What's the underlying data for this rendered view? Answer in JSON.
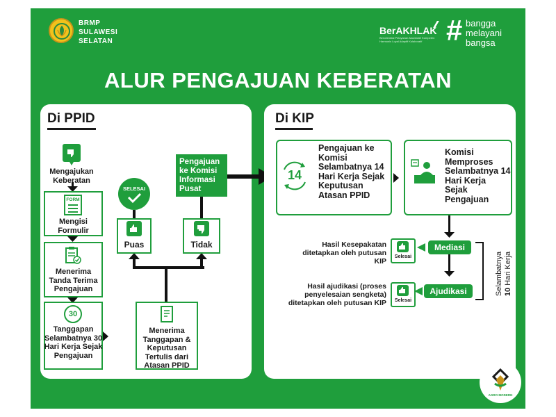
{
  "header": {
    "brand_line1": "BRMP",
    "brand_line2": "SULAWESI",
    "brand_line3": "SELATAN",
    "berakhlak": "BerAKHLAK",
    "berakhlak_sub": "Berorientasi Pelayanan Akuntabel Kompeten Harmonis Loyal Adaptif Kolaboratif",
    "hashtag_symbol": "#",
    "hashtag_line1": "bangga",
    "hashtag_line2": "melayani",
    "hashtag_line3": "bangsa"
  },
  "title": "ALUR PENGAJUAN KEBERATAN",
  "ppid": {
    "heading": "Di PPID",
    "step1": "Mengajukan Keberatan",
    "form_label": "FORM",
    "step2": "Mengisi Formulir",
    "step3": "Menerima Tanda Terima Pengajuan",
    "badge_30": "30",
    "step4": "Tanggapan Selambatnya 30 Hari Kerja Sejak Pengajuan",
    "step5": "Menerima Tanggapan & Keputusan Tertulis dari Atasan PPID",
    "puas": "Puas",
    "tidak": "Tidak",
    "selesai": "SELESAI",
    "pengajuan_komisi": "Pengajuan ke Komisi Informasi Pusat"
  },
  "kip": {
    "heading": "Di KIP",
    "badge_14": "14",
    "box1": "Pengajuan ke Komisi Selambatnya 14 Hari Kerja Sejak Keputusan Atasan PPID",
    "box2": "Komisi Memproses Selambatnya 14 Hari Kerja Sejak Pengajuan",
    "mediasi": "Mediasi",
    "ajudikasi": "Ajudikasi",
    "selesai1": "Selesai",
    "selesai2": "Selesai",
    "hasil1": "Hasil Kesepakatan ditetapkan oleh putusan KIP",
    "hasil2": "Hasil ajudikasi (proses penyelesaian sengketa) ditetapkan oleh putusan KIP",
    "vertical_prefix": "Selambatnya",
    "vertical_bold": "10",
    "vertical_suffix": "Hari Kerja"
  },
  "footer": {
    "logo_text": "AGRO MODERN"
  },
  "colors": {
    "brand_green": "#1f9e3c",
    "logo_yellow": "#f2c21b",
    "text_dark": "#1a1a1a"
  }
}
